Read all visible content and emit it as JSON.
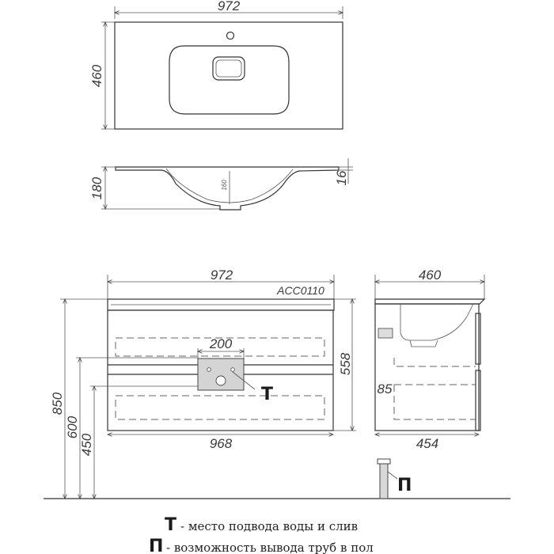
{
  "top_view": {
    "width_label": "972",
    "depth_label": "460"
  },
  "section_view": {
    "height_label": "180",
    "inner_depth_label": "160",
    "rim_label": "16"
  },
  "front_view": {
    "width_label": "972",
    "model_label": "ACC0110",
    "pipe_zone_label": "200",
    "cabinet_height_label": "558",
    "bottom_width_label": "968",
    "total_height_label": "850",
    "height_600_label": "600",
    "height_450_label": "450",
    "water_marker": "Т"
  },
  "side_view": {
    "depth_label": "460",
    "inner_offset_label": "85",
    "bottom_depth_label": "454",
    "floor_marker": "П"
  },
  "legend": [
    {
      "marker": "Т",
      "text": "- место подвода воды и слив"
    },
    {
      "marker": "П",
      "text": "- возможность вывода труб в пол"
    }
  ]
}
